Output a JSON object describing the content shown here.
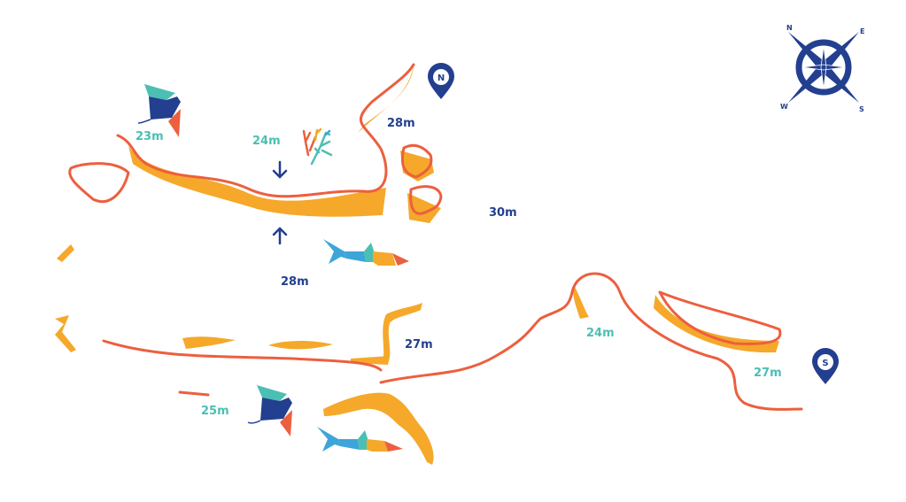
{
  "colors": {
    "reef": "#f5a82a",
    "edge": "#ec5f3f",
    "navy": "#233f8f",
    "teal": "#4bbfb3",
    "blue": "#3da5d9"
  },
  "compass": {
    "n": "N",
    "e": "E",
    "s": "S",
    "w": "W"
  },
  "markers": {
    "north": "N",
    "south": "S"
  },
  "depths": {
    "manta_top": "23m",
    "coral": "24m",
    "north_channel": "28m",
    "outer": "30m",
    "shark_top": "28m",
    "middle": "27m",
    "east_bend": "24m",
    "east_reef": "27m",
    "manta_bottom": "25m"
  }
}
